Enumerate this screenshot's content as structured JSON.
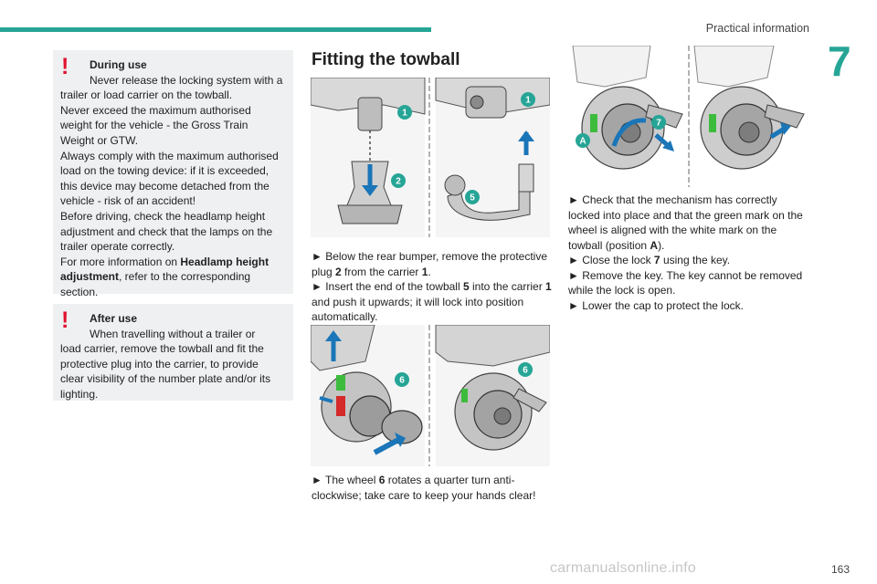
{
  "header": {
    "section_title": "Practical information",
    "chapter_number": "7",
    "accent": "#26a596"
  },
  "footer": {
    "page_number": "163",
    "watermark": "carmanualsonline.info"
  },
  "warning_during_use": {
    "title": "During use",
    "first_line": "Never release the locking system with a",
    "body": [
      "trailer or load carrier on the towball.",
      "Never exceed the maximum authorised weight for the vehicle - the Gross Train Weight or GTW.",
      "Always comply with the maximum authorised load on the towing device: if it is exceeded, this device may become detached from the vehicle - risk of an accident!",
      "Before driving, check the headlamp height adjustment and check that the lamps on the trailer operate correctly."
    ],
    "more_prefix": "For more information on ",
    "more_bold": "Headlamp height adjustment",
    "more_suffix": ", refer to the corresponding section."
  },
  "warning_after_use": {
    "title": "After use",
    "first_line": "When travelling without a trailer or",
    "body": "load carrier, remove the towball and fit the protective plug into the carrier, to provide clear visibility of the number plate and/or its lighting."
  },
  "fitting": {
    "title": "Fitting the towball",
    "step1": {
      "a": "► Below the rear bumper, remove the protective plug ",
      "b": "2",
      "c": " from the carrier ",
      "d": "1",
      "e": "."
    },
    "step2": {
      "a": "► Insert the end of the towball ",
      "b": "5",
      "c": " into the carrier ",
      "d": "1",
      "e": " and push it upwards; it will lock into position automatically."
    },
    "step3": {
      "a": "► The wheel ",
      "b": "6",
      "c": " rotates a quarter turn anti-clockwise; take care to keep your hands clear!"
    },
    "step4": {
      "a": "► Check that the mechanism has correctly locked into place and that the green mark on the wheel is aligned with the white mark on the towball (position ",
      "b": "A",
      "c": ")."
    },
    "step5": {
      "a": "► Close the lock ",
      "b": "7",
      "c": " using the key."
    },
    "step6": "► Remove the key. The key cannot be removed while the lock is open.",
    "step7": "► Lower the cap to protect the lock."
  },
  "callouts": {
    "c1": "1",
    "c2": "2",
    "c5": "5",
    "c6": "6",
    "c7": "7",
    "cA": "A"
  },
  "icons": {
    "warning": "exclamation-icon"
  },
  "colors": {
    "warning_red": "#e2122e",
    "callout_teal": "#26a596",
    "arrow_blue": "#1a76b8",
    "green_mark": "#3dbb3d"
  }
}
